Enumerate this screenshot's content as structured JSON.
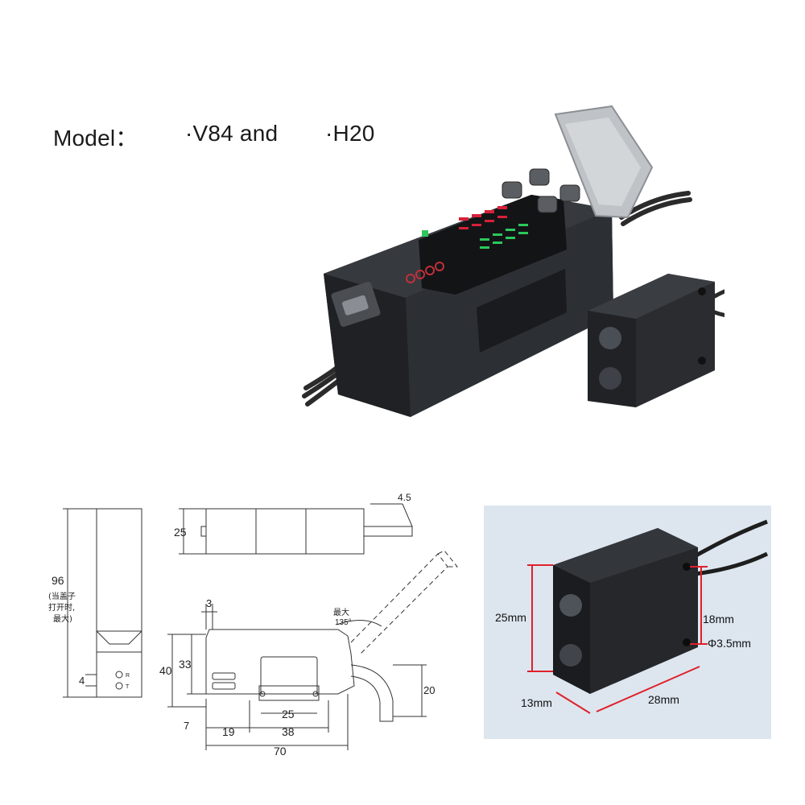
{
  "model": {
    "label": "Model：",
    "v84": "·V84 and",
    "h20": "·H20"
  },
  "drawing": {
    "height_96": "96",
    "note_line1": "(当盖子",
    "note_line2": "打开时,",
    "note_line3": "最大)",
    "dim_4": "4",
    "led_r": "R",
    "led_t": "T",
    "dim_25_top": "25",
    "dim_4_5": "4.5",
    "dim_3": "3",
    "max_label": "最大",
    "angle_135": "135°",
    "dim_40": "40",
    "dim_33": "33",
    "dim_20": "20",
    "dim_7": "7",
    "dim_25_bottom": "25",
    "dim_19": "19",
    "dim_38": "38",
    "dim_70": "70"
  },
  "sensor_photo": {
    "height": "25mm",
    "hole_spacing": "18mm",
    "hole_diameter": "Φ3.5mm",
    "depth": "13mm",
    "width": "28mm"
  },
  "colors": {
    "device_body": "#2a2c30",
    "photo_background": "#dde6ef",
    "dimension_red": "#e0202a",
    "display_red": "#d8203a",
    "display_green": "#2cc85a"
  }
}
